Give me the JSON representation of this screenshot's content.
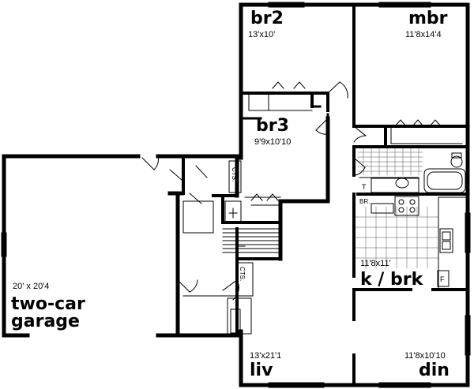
{
  "rooms": {
    "br2": {
      "name": "br2",
      "dims": "13'x10'"
    },
    "mbr": {
      "name": "mbr",
      "dims": "11'8x14'4"
    },
    "br3": {
      "name": "br3",
      "dims": "9'9x10'10"
    },
    "kitchen": {
      "name": "k / brk",
      "dims": "11'8x11'"
    },
    "garage": {
      "name_line1": "two-car",
      "name_line2": "garage",
      "dims": "20' x 20'4"
    },
    "living": {
      "name": "liv",
      "dims": "13'x21'1"
    },
    "dining": {
      "name": "din",
      "dims": "11'8x10'10"
    }
  },
  "fixtures": {
    "closet_1": "CTS.",
    "closet_2": "CTS.",
    "tub": "T",
    "bath_room": "BR.",
    "freezer": "F"
  }
}
